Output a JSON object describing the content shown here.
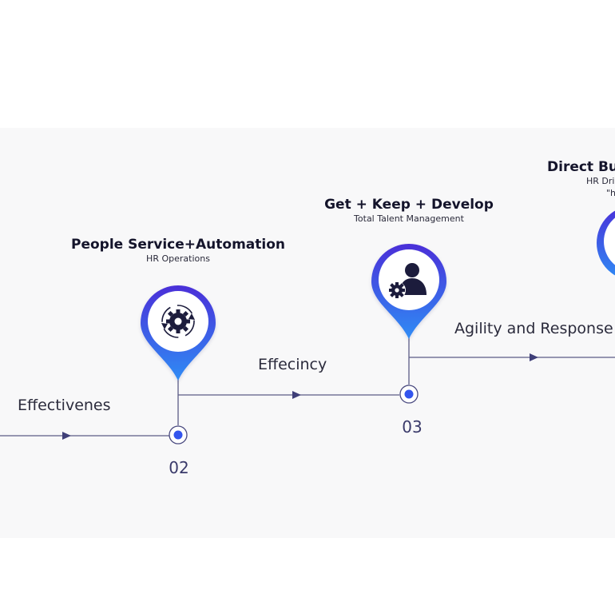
{
  "milestones": [
    {
      "title": "People Service+Automation",
      "subtitle": "HR Operations",
      "number": "02",
      "icon": "gear-cycle-icon"
    },
    {
      "title": "Get + Keep + Develop",
      "subtitle": "Total Talent Management",
      "number": "03",
      "icon": "user-gear-icon"
    },
    {
      "title": "Direct Bu",
      "subtitle": "HR Dri",
      "note": "\"h",
      "icon": "partial-pin-icon"
    }
  ],
  "flows": [
    {
      "label": "Effectivenes"
    },
    {
      "label": "Effecincy"
    },
    {
      "label": "Agility and Response"
    }
  ],
  "colors": {
    "pin_top": "#4a2fd8",
    "pin_bottom": "#2f8cf5",
    "line": "#5b5b86",
    "arrow": "#3f3f78",
    "node": "#3355ee",
    "background": "#f8f8f9"
  }
}
